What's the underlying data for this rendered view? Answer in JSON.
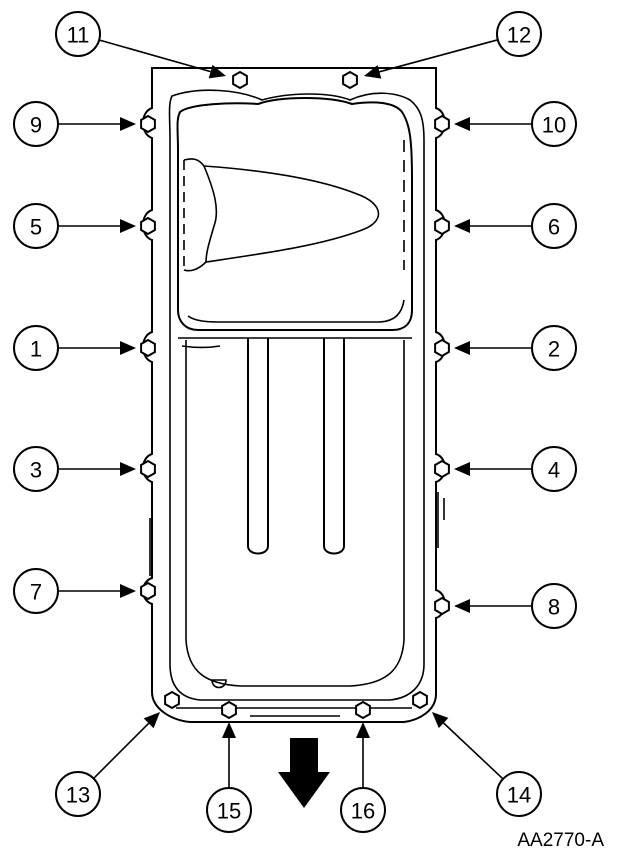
{
  "figure_code": "AA2770-A",
  "callouts": [
    "1",
    "2",
    "3",
    "4",
    "5",
    "6",
    "7",
    "8",
    "9",
    "10",
    "11",
    "12",
    "13",
    "14",
    "15",
    "16"
  ],
  "colors": {
    "ink": "#000000",
    "paper": "#ffffff"
  },
  "icons": {
    "direction": "arrow-down-icon",
    "fastener": "hex-bolt-icon"
  }
}
